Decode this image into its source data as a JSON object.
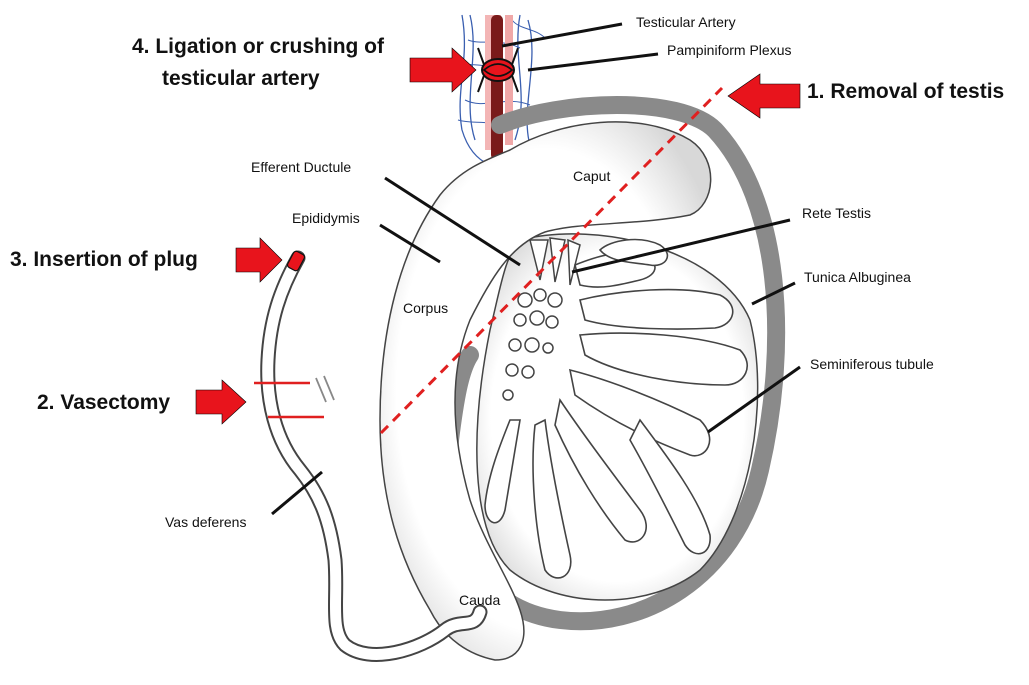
{
  "procedures": {
    "removal": "1. Removal of testis",
    "vasectomy": "2. Vasectomy",
    "plug": "3. Insertion of plug",
    "ligation_line1": "4. Ligation or crushing of",
    "ligation_line2": "testicular artery"
  },
  "labels": {
    "testicular_artery": "Testicular Artery",
    "pampiniform_plexus": "Pampiniform Plexus",
    "caput": "Caput",
    "efferent_ductule": "Efferent Ductule",
    "epididymis": "Epididymis",
    "rete_testis": "Rete Testis",
    "tunica_albuginea": "Tunica Albuginea",
    "corpus": "Corpus",
    "seminiferous_tubule": "Seminiferous tubule",
    "vas_deferens": "Vas deferens",
    "cauda": "Cauda"
  },
  "colors": {
    "arrow_red": "#e8141c",
    "cut_line": "#e02020",
    "tunica_gray": "#8a8a8a",
    "artery": "#7a1a1a",
    "vein_blue": "#3a5fb0"
  }
}
